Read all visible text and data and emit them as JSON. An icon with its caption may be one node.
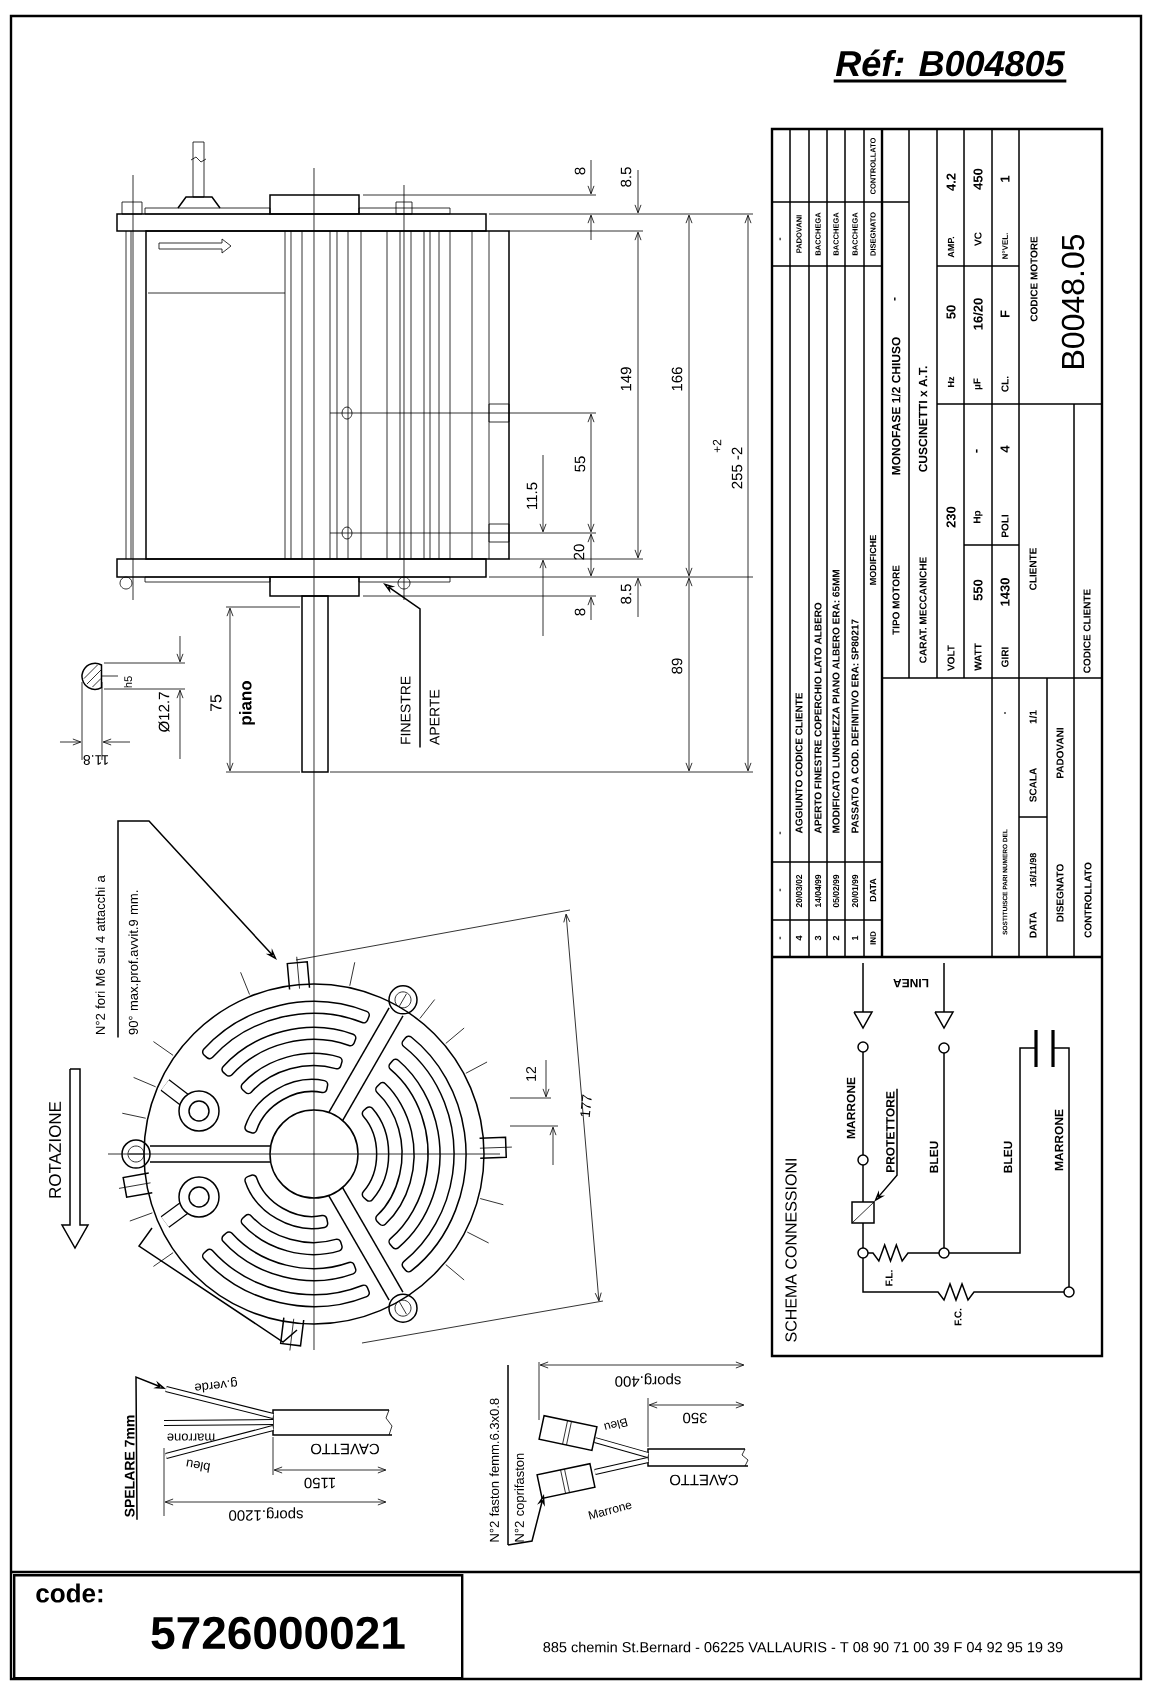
{
  "diagram": {
    "nodes": [
      {
        "text": [
          "N°2 fori M6 sui 4 attacchi a 90° max.prof.avvit.9 mm."
        ]
      },
      {
        "text": [
          "FINESTRE APERTE"
        ]
      },
      {
        "text": [
          "PROTETTORE"
        ]
      },
      {
        "text": [
          "N°2 faston femm.6.3x0.8",
          "N°2 coprifaston"
        ]
      },
      {
        "text": [
          "SPELARE 7mm"
        ]
      },
      {
        "text": [
          "code:",
          "5726000021"
        ]
      }
    ],
    "edges": [
      {
        "from": 0,
        "to": null,
        "arrow": "to"
      },
      {
        "from": 1,
        "to": null,
        "arrow": "to"
      },
      {
        "from": 2,
        "to": null,
        "arrow": "to"
      },
      {
        "from": 3,
        "to": null,
        "arrow": "to"
      },
      {
        "from": 4,
        "to": null,
        "arrow": "to"
      }
    ],
    "labels": [
      "Réf: B004805",
      "8",
      "8.5",
      "149",
      "166",
      "+2",
      "255 -2",
      "55",
      "11.5",
      "20",
      "8.5",
      "8",
      "89",
      "75",
      "piano",
      "h5",
      "Ø12.7",
      "11.8",
      "ROTAZIONE",
      "12",
      "177",
      "-",
      "-",
      "-",
      "-",
      "4",
      "20/03/02",
      "AGGIUNTO CODICE CLIENTE",
      "PADOVANI",
      "3",
      "14/04/99",
      "APERTO FINESTRE COPERCHIO LATO ALBERO",
      "BACCHEGA",
      "2",
      "05/02/99",
      "MODIFICATO LUNGHEZZA PIANO ALBERO ERA: 65MM",
      "BACCHEGA",
      "1",
      "20/01/99",
      "PASSATO A COD. DEFINITIVO ERA: SP80217",
      "BACCHEGA",
      "IND",
      "DATA",
      "MODIFICHE",
      "DISEGNATO",
      "CONTROLLATO",
      "TIPO MOTORE",
      "MONOFASE 1/2 CHIUSO",
      "-",
      "CARAT. MECCANICHE",
      "CUSCINETTI x A.T.",
      "VOLT",
      "230",
      "Hz",
      "50",
      "AMP.",
      "4.2",
      "WATT",
      "550",
      "Hp",
      "-",
      "µF",
      "16/20",
      "VC",
      "450",
      "GIRI",
      "1430",
      "POLI",
      "4",
      "CL.",
      "F",
      "N°VEL.",
      "1",
      "CLIENTE",
      "CODICE CLIENTE",
      "CODICE MOTORE",
      "B0048.05",
      "SOSTITUISCE PARI NUMERO DEL",
      ".",
      "DATA",
      "16/11/98",
      "SCALA",
      "1/1",
      "DISEGNATO",
      "PADOVANI",
      "CONTROLLATO",
      "SCHEMA CONNESSIONI",
      "LINEA",
      "MARRONE",
      "BLEU",
      "BLEU",
      "MARRONE",
      "F.L.",
      "F.C.",
      "g.verde",
      "marrone",
      "bleu",
      "CAVETTO",
      "1150",
      "sporg.1200",
      "sporg.400",
      "350",
      "Bleu",
      "Marrone",
      "CAVETTO",
      "885 chemin St.Bernard  -  06225 VALLAURIS  -  T 08 90 71 00 39   F 04 92 95 19 39"
    ]
  }
}
